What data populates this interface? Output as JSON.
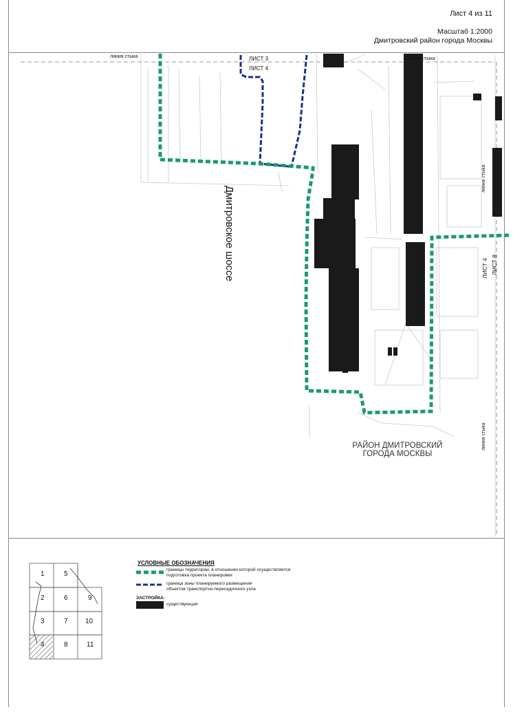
{
  "header": {
    "sheet": "Лист 4 из 11",
    "scale": "Масштаб 1:2000",
    "district": "Дмитровский район города Москвы"
  },
  "map": {
    "seam_label": "линия стыка",
    "sheet_3": "ЛИСТ 3",
    "sheet_4": "ЛИСТ 4",
    "sheet_4_side": "ЛИСТ 4",
    "sheet_8_side": "ЛИСТ 8",
    "road": "Дмитровское шоссе",
    "district_line1": "РАЙОН ДМИТРОВСКИЙ",
    "district_line2": "ГОРОДА МОСКВЫ"
  },
  "legend": {
    "title": "УСЛОВНЫЕ ОБОЗНАЧЕНИЯ",
    "green_line_1": "границы территории, в отношении которой осуществляется",
    "green_line_2": "подготовка проекта планировки",
    "blue_line_1": "граница зоны планируемого размещения",
    "blue_line_2": "объектов транспортно-пересадочного узла",
    "buildings_header": "ЗАСТРОЙКА:",
    "existing": "существующая",
    "colors": {
      "territory": "#1a9a6e",
      "tpu_zone": "#1c2e8c",
      "building": "#1a1a1a"
    }
  },
  "index_grid": {
    "cells": [
      "1",
      "5",
      "2",
      "6",
      "9",
      "3",
      "7",
      "10",
      "4",
      "8",
      "11"
    ],
    "current": "4"
  }
}
